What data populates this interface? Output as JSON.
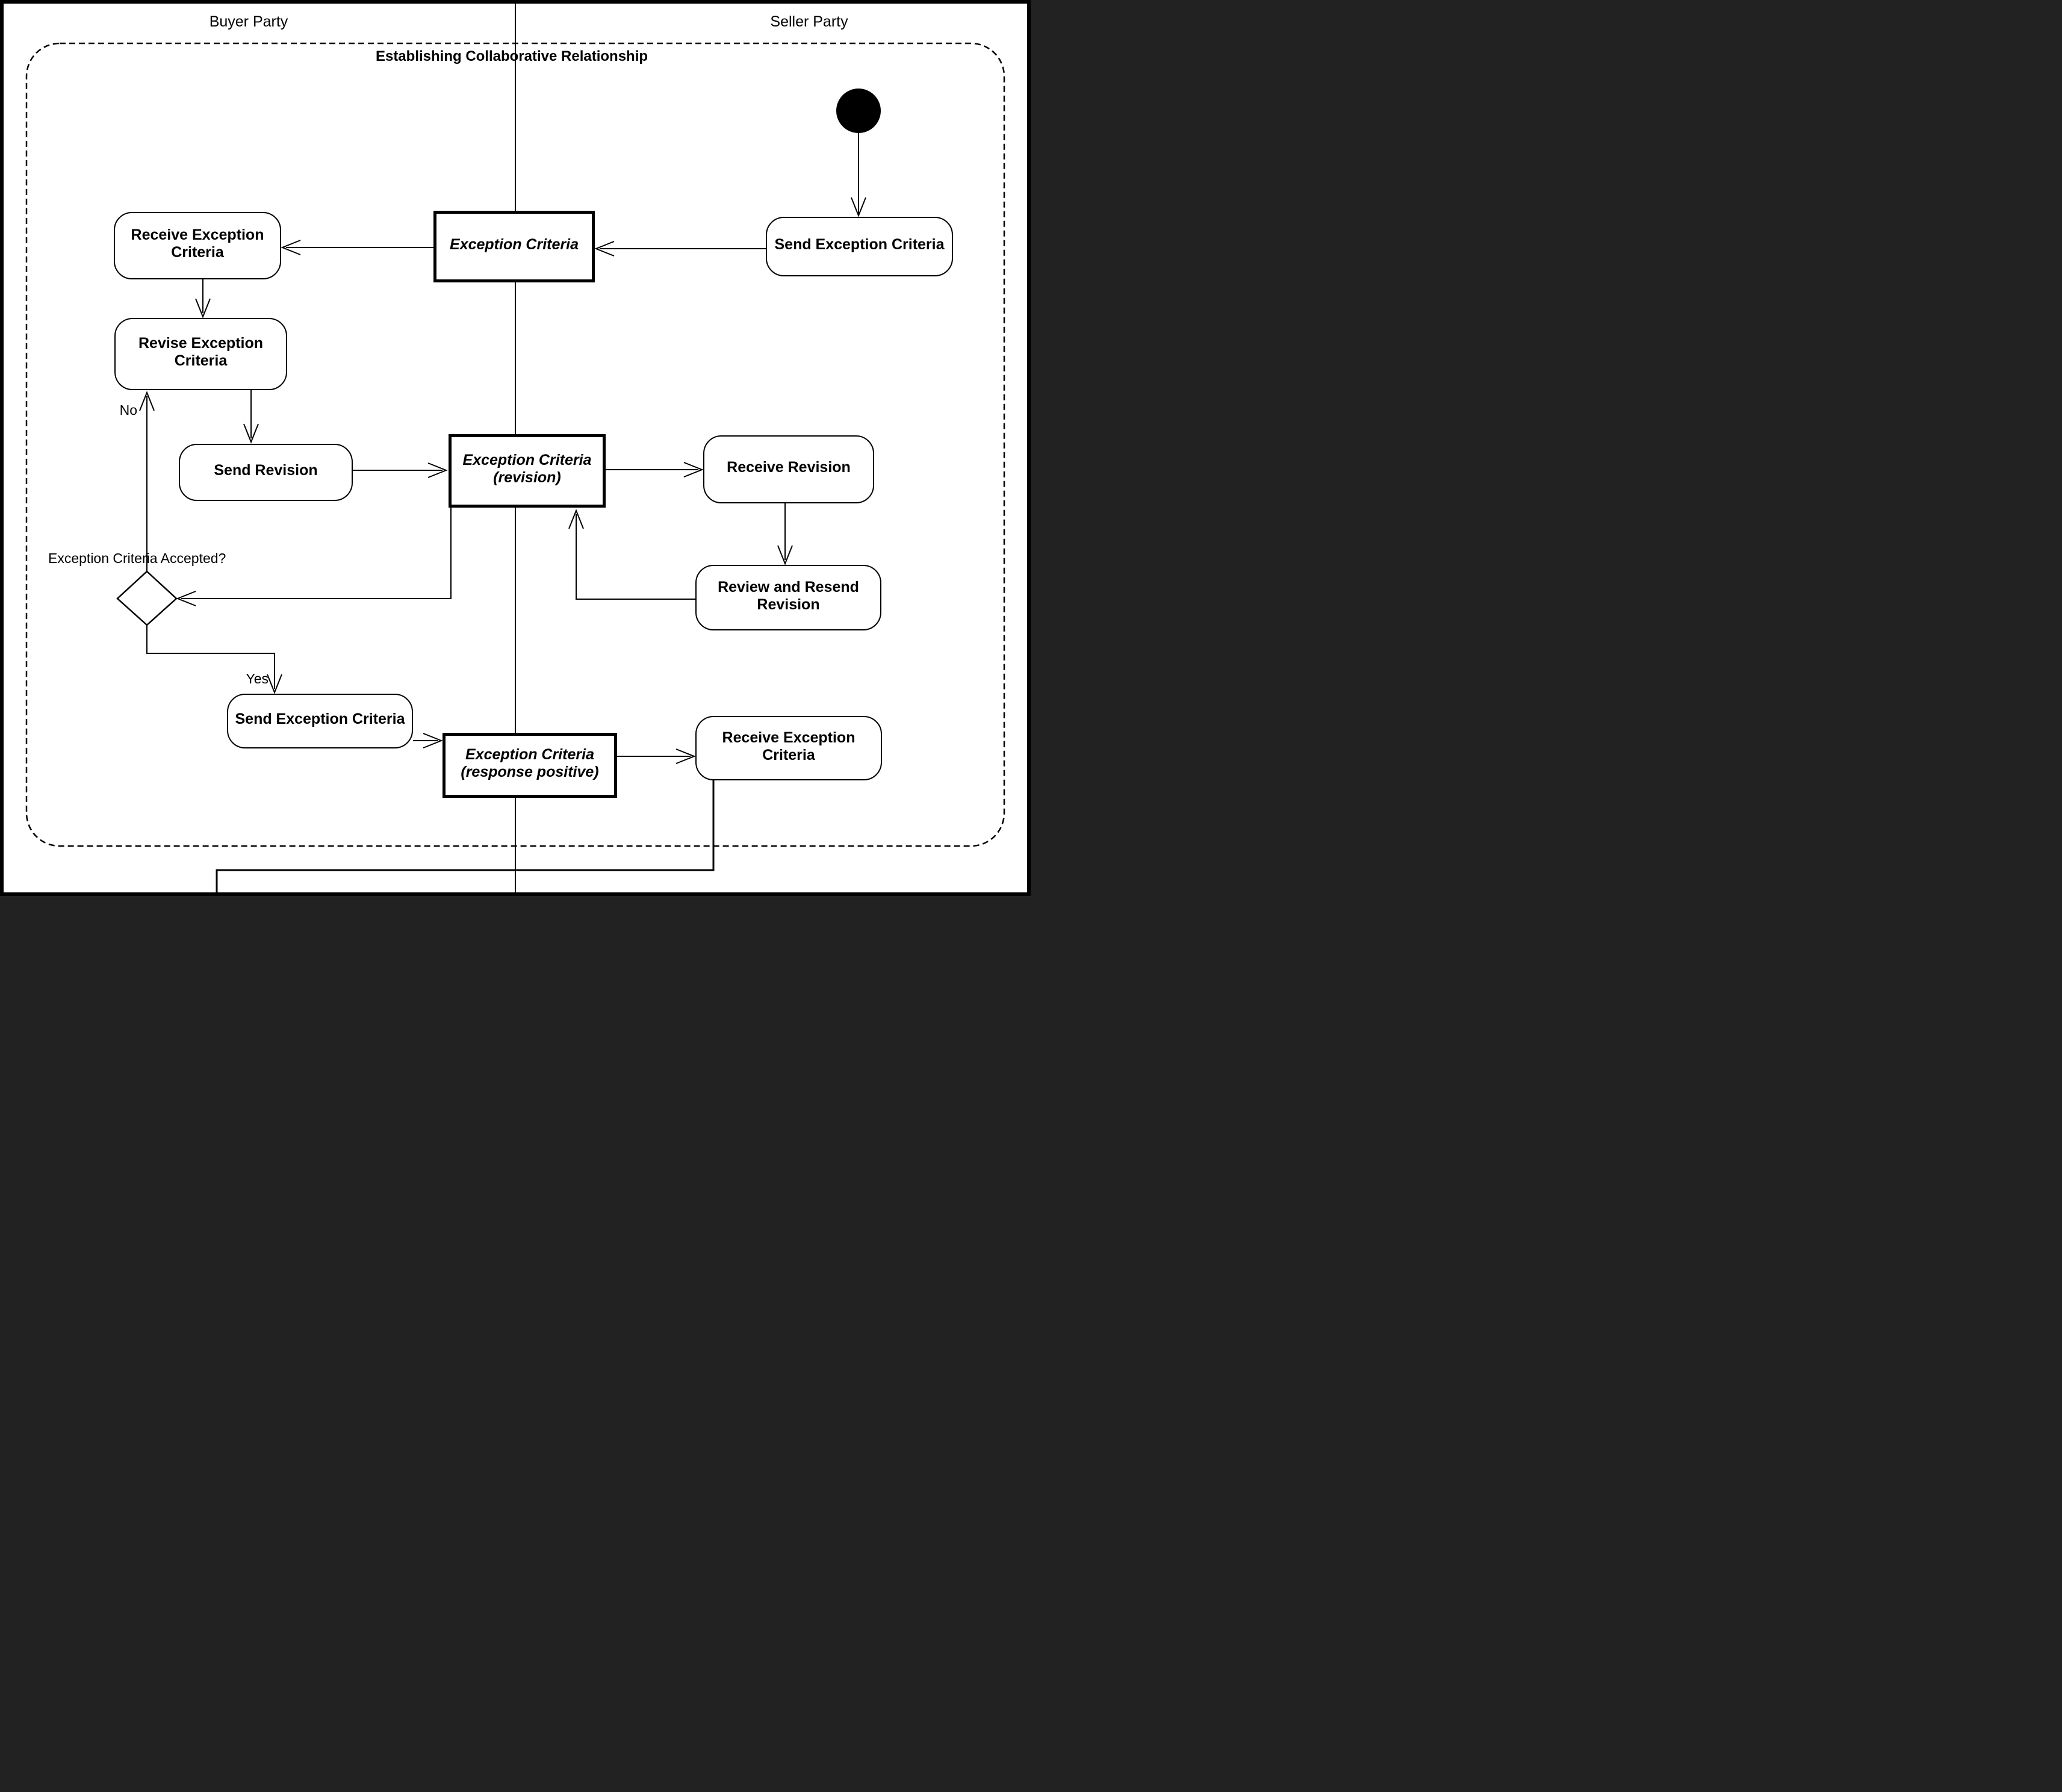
{
  "lanes": {
    "buyer": "Buyer Party",
    "seller": "Seller Party"
  },
  "frame": {
    "title": "Establishing Collaborative Relationship"
  },
  "nodes": {
    "start": {
      "name": "initial-node"
    },
    "send_exc_seller": {
      "label": "Send Exception Criteria"
    },
    "exc_criteria": {
      "label": "Exception Criteria"
    },
    "receive_exc_buyer": {
      "lines": [
        "Receive Exception",
        "Criteria"
      ]
    },
    "revise_exc_buyer": {
      "lines": [
        "Revise Exception",
        "Criteria"
      ]
    },
    "send_revision": {
      "label": "Send Revision"
    },
    "exc_criteria_revision": {
      "lines": [
        "Exception Criteria",
        "(revision)"
      ]
    },
    "receive_revision": {
      "label": "Receive Revision"
    },
    "review_resend": {
      "lines": [
        "Review and Resend",
        "Revision"
      ]
    },
    "send_exc_buyer": {
      "label": "Send Exception Criteria"
    },
    "exc_criteria_response": {
      "lines": [
        "Exception Criteria",
        "(response positive)"
      ]
    },
    "receive_exc_seller": {
      "lines": [
        "Receive Exception",
        "Criteria"
      ]
    }
  },
  "decision": {
    "question": "Exception Criteria Accepted?",
    "no_label": "No",
    "yes_label": "Yes"
  },
  "colors": {
    "line": "#000000",
    "background": "#ffffff"
  }
}
